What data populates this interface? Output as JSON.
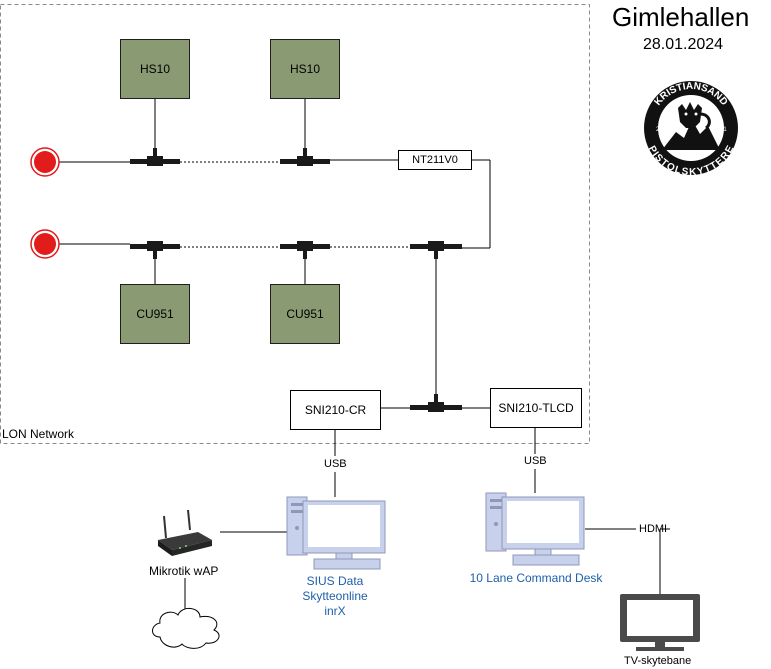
{
  "header": {
    "title": "Gimlehallen",
    "date": "28.01.2024"
  },
  "logo": {
    "top_text": "KRISTIANSAND",
    "bottom_text": "PISTOLSKYTTERE",
    "left_year": "20",
    "right_year": "21"
  },
  "network": {
    "label": "LON Network",
    "devices": {
      "hs_left": "HS10",
      "hs_right": "HS10",
      "cu_left": "CU951",
      "cu_right": "CU951",
      "terminator": "NT211V0",
      "sni_cr": "SNI210-CR",
      "sni_tlcd": "SNI210-TLCD"
    }
  },
  "links": {
    "usb_left": "USB",
    "usb_right": "USB",
    "hdmi": "HDMI"
  },
  "computers": {
    "left_caption": [
      "SIUS Data",
      "Skytteonline",
      "inrX"
    ],
    "right_caption": "10 Lane Command Desk"
  },
  "router": {
    "label": "Mikrotik wAP"
  },
  "tv": {
    "label": "TV-skytebane"
  },
  "colors": {
    "device_green": "#8a9a72",
    "caption_blue": "#1f5fa8",
    "end_red": "#e21b1b",
    "monitor_blue": "#c8d1ec"
  }
}
